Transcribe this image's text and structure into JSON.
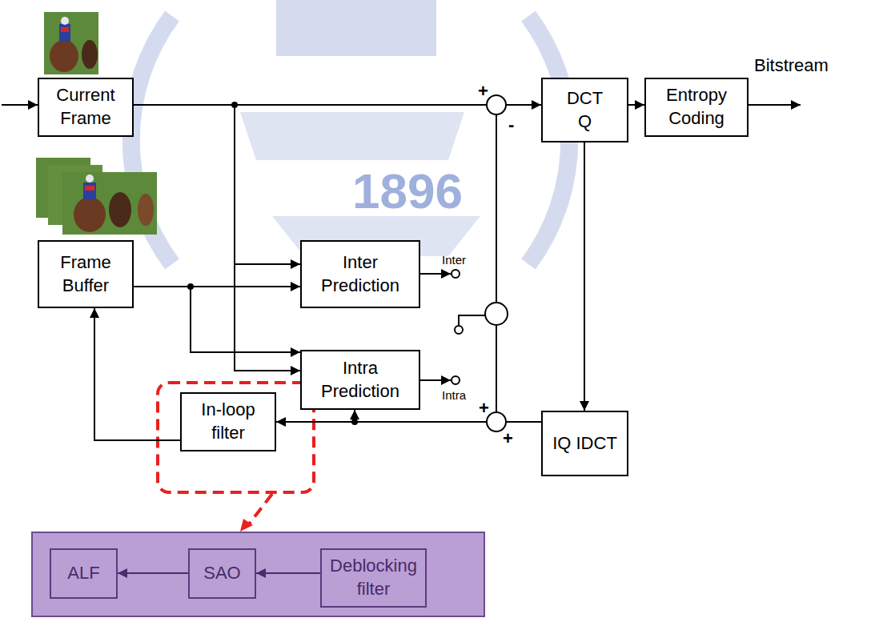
{
  "diagram": {
    "nodes": [
      {
        "text": [
          "Current Frame"
        ]
      },
      {
        "text": [
          "DCT Q"
        ]
      },
      {
        "text": [
          "Entropy Coding"
        ]
      },
      {
        "text": [
          "Frame Buffer"
        ]
      },
      {
        "text": [
          "Inter Prediction"
        ]
      },
      {
        "text": [
          "Intra Prediction"
        ]
      },
      {
        "text": [
          "In-loop filter"
        ]
      },
      {
        "text": [
          "IQ IDCT"
        ]
      },
      {
        "text": [
          "ALF"
        ]
      },
      {
        "text": [
          "SAO"
        ]
      },
      {
        "text": [
          "Deblocking filter"
        ]
      }
    ],
    "edges": [
      {
        "from": 0,
        "to": 1,
        "arrow": "to"
      },
      {
        "from": 1,
        "to": 2,
        "arrow": "to"
      },
      {
        "from": 0,
        "to": 4,
        "arrow": "to"
      },
      {
        "from": 0,
        "to": 5,
        "arrow": "to"
      },
      {
        "from": 3,
        "to": 4,
        "arrow": "to"
      },
      {
        "from": 3,
        "to": 5,
        "arrow": "to"
      },
      {
        "from": 1,
        "to": 7,
        "arrow": "to"
      },
      {
        "from": 7,
        "to": 6,
        "arrow": "to"
      },
      {
        "from": 7,
        "to": 5,
        "arrow": "to"
      },
      {
        "from": 6,
        "to": 3,
        "arrow": "to"
      },
      {
        "from": 10,
        "to": 9,
        "arrow": "to"
      },
      {
        "from": 9,
        "to": 8,
        "arrow": "to"
      }
    ],
    "labels": [
      "Bitstream",
      "+",
      "-",
      "Inter",
      "Intra",
      "+",
      "+",
      "1896"
    ]
  }
}
